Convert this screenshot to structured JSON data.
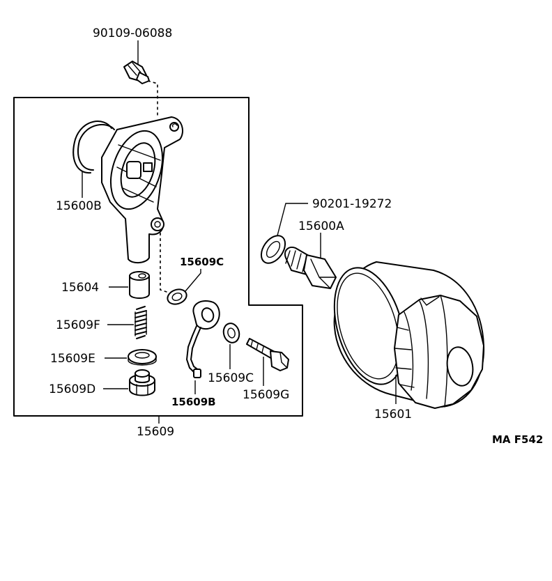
{
  "labels": {
    "bolt_top": "90109-06088",
    "gasket_big": "15600B",
    "washer_c_upper": "15609C",
    "plug_15604": "15604",
    "spring_f": "15609F",
    "gasket_e": "15609E",
    "cap_d": "15609D",
    "pipe_b": "15609B",
    "washer_c_lower": "15609C",
    "union_bolt_g": "15609G",
    "assembly": "15609",
    "gasket_90201": "90201-19272",
    "union_15600a": "15600A",
    "filter": "15601",
    "figure_code": "MA F542"
  }
}
